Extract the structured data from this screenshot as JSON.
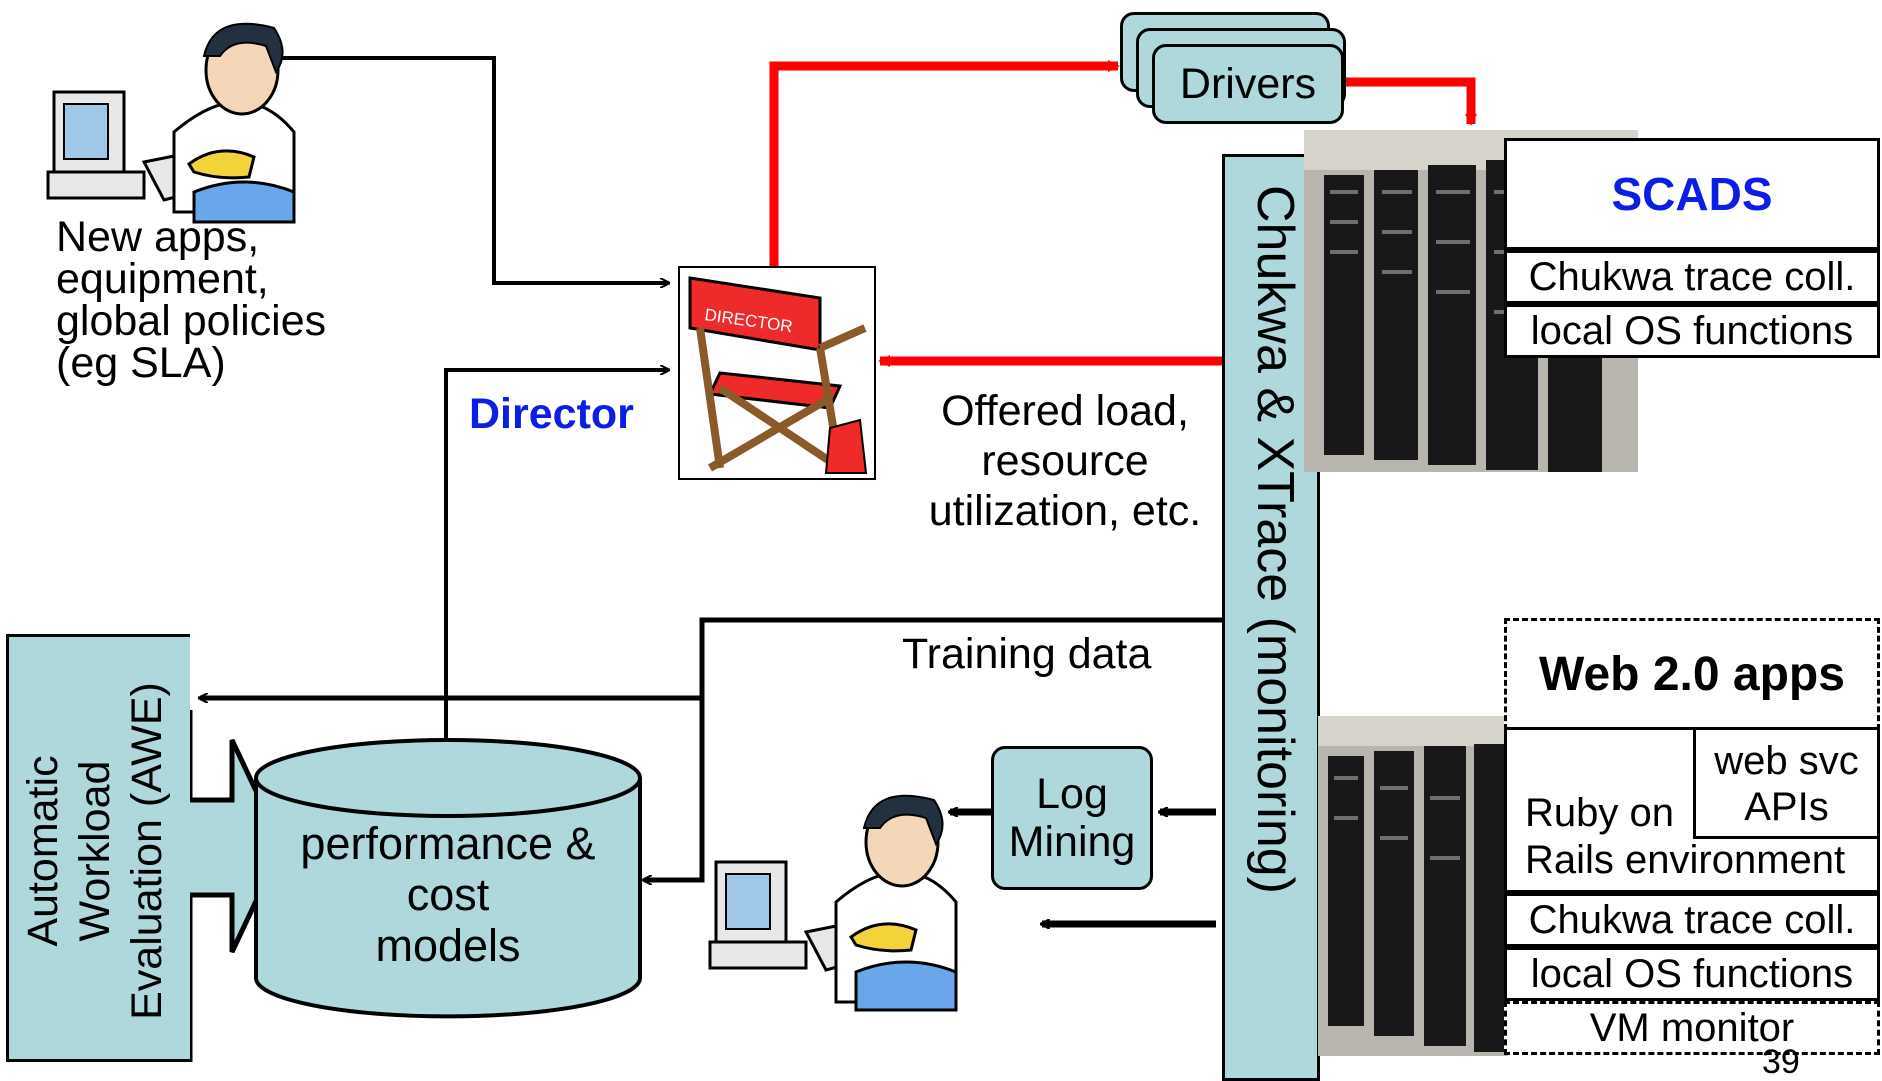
{
  "inputs": {
    "new_apps": [
      "New apps,",
      "equipment,",
      "global policies",
      "(eg SLA)"
    ]
  },
  "director": {
    "label": "Director",
    "chair_text": "DIRECTOR"
  },
  "drivers": {
    "label": "Drivers"
  },
  "monitoring": {
    "label": "Chukwa & XTrace (monitoring)"
  },
  "feedback": {
    "lines": [
      "Offered load,",
      "resource",
      "utilization, etc."
    ]
  },
  "training": {
    "label": "Training data"
  },
  "awe": {
    "lines": [
      "Automatic",
      "Workload",
      "Evaluation (AWE)"
    ]
  },
  "models": {
    "lines": [
      "performance &",
      "cost",
      "models"
    ]
  },
  "log_mining": {
    "lines": [
      "Log",
      "Mining"
    ]
  },
  "scads": {
    "title": "SCADS",
    "rows": [
      "Chukwa trace coll.",
      "local OS functions"
    ]
  },
  "web20": {
    "title": "Web 2.0 apps",
    "ruby_lines": [
      "Ruby on",
      "Rails environment"
    ],
    "websvc_lines": [
      "web svc",
      "APIs"
    ],
    "rows": [
      "Chukwa trace coll.",
      "local OS functions",
      "VM monitor"
    ]
  },
  "slide_number": "39",
  "colors": {
    "teal": "#aed8dc",
    "red": "#ff0000",
    "blue": "#0a1ee6"
  }
}
